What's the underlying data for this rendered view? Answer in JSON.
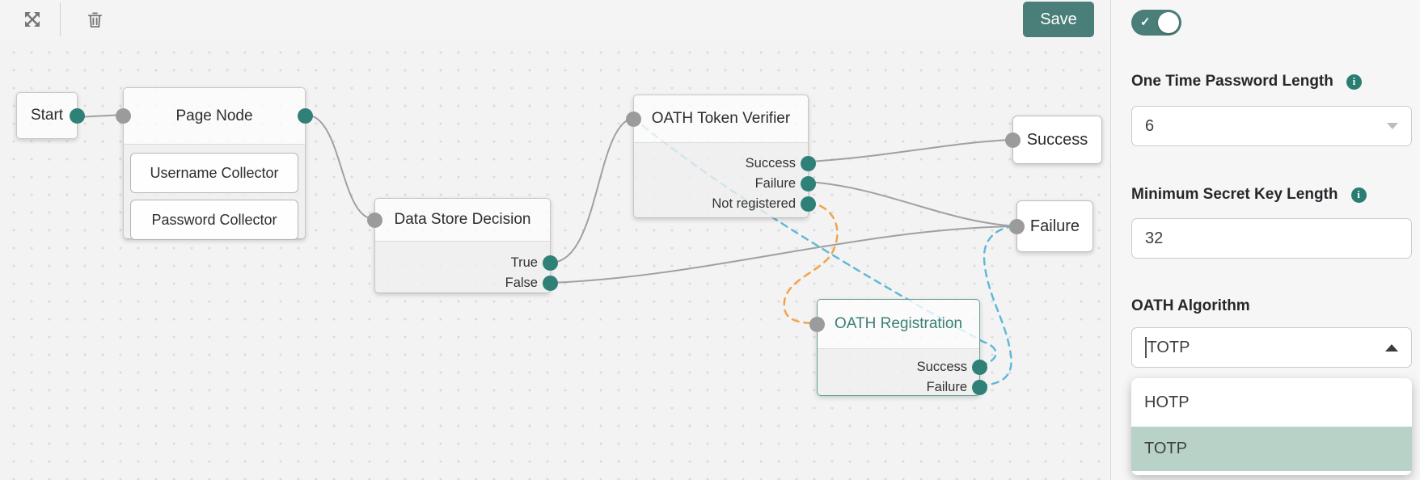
{
  "toolbar": {
    "save_label": "Save"
  },
  "panel": {
    "enabled_toggle": {
      "state": "on"
    },
    "fields": {
      "otp_length": {
        "label": "One Time Password Length",
        "value": "6",
        "info": true
      },
      "min_secret_key": {
        "label": "Minimum Secret Key Length",
        "value": "32",
        "info": true
      },
      "oath_algorithm": {
        "label": "OATH Algorithm",
        "value": "TOTP",
        "options": [
          "HOTP",
          "TOTP"
        ],
        "selected_option": "TOTP"
      }
    }
  },
  "canvas": {
    "nodes": {
      "start": {
        "title": "Start"
      },
      "page_node": {
        "title": "Page Node",
        "children": [
          "Username Collector",
          "Password Collector"
        ]
      },
      "data_store_decision": {
        "title": "Data Store Decision",
        "outputs": [
          "True",
          "False"
        ]
      },
      "oath_token_verifier": {
        "title": "OATH Token Verifier",
        "outputs": [
          "Success",
          "Failure",
          "Not registered"
        ]
      },
      "oath_registration": {
        "title": "OATH Registration",
        "outputs": [
          "Success",
          "Failure"
        ],
        "selected": true
      },
      "success": {
        "title": "Success"
      },
      "failure": {
        "title": "Failure"
      }
    },
    "connections": [
      {
        "from": "start",
        "to": "page_node",
        "style": "solid-gray"
      },
      {
        "from": "page_node",
        "to": "data_store_decision",
        "style": "solid-gray"
      },
      {
        "from": "data_store_decision.True",
        "to": "oath_token_verifier",
        "style": "solid-gray"
      },
      {
        "from": "data_store_decision.False",
        "to": "failure",
        "style": "solid-gray"
      },
      {
        "from": "oath_token_verifier.Success",
        "to": "success",
        "style": "solid-gray"
      },
      {
        "from": "oath_token_verifier.Failure",
        "to": "failure",
        "style": "solid-gray"
      },
      {
        "from": "oath_token_verifier.Not registered",
        "to": "oath_registration",
        "style": "dashed-orange"
      },
      {
        "from": "oath_registration.Success",
        "to": "oath_token_verifier",
        "style": "dashed-blue"
      },
      {
        "from": "oath_registration.Failure",
        "to": "failure",
        "style": "dashed-blue"
      }
    ]
  },
  "colors": {
    "accent_teal": "#4a7e78",
    "connector_teal": "#2f8177",
    "connector_gray": "#9b9b9b",
    "dashed_blue": "#62b8d9",
    "dashed_orange": "#f0a44c",
    "selected_option_bg": "#b8d2c7"
  }
}
